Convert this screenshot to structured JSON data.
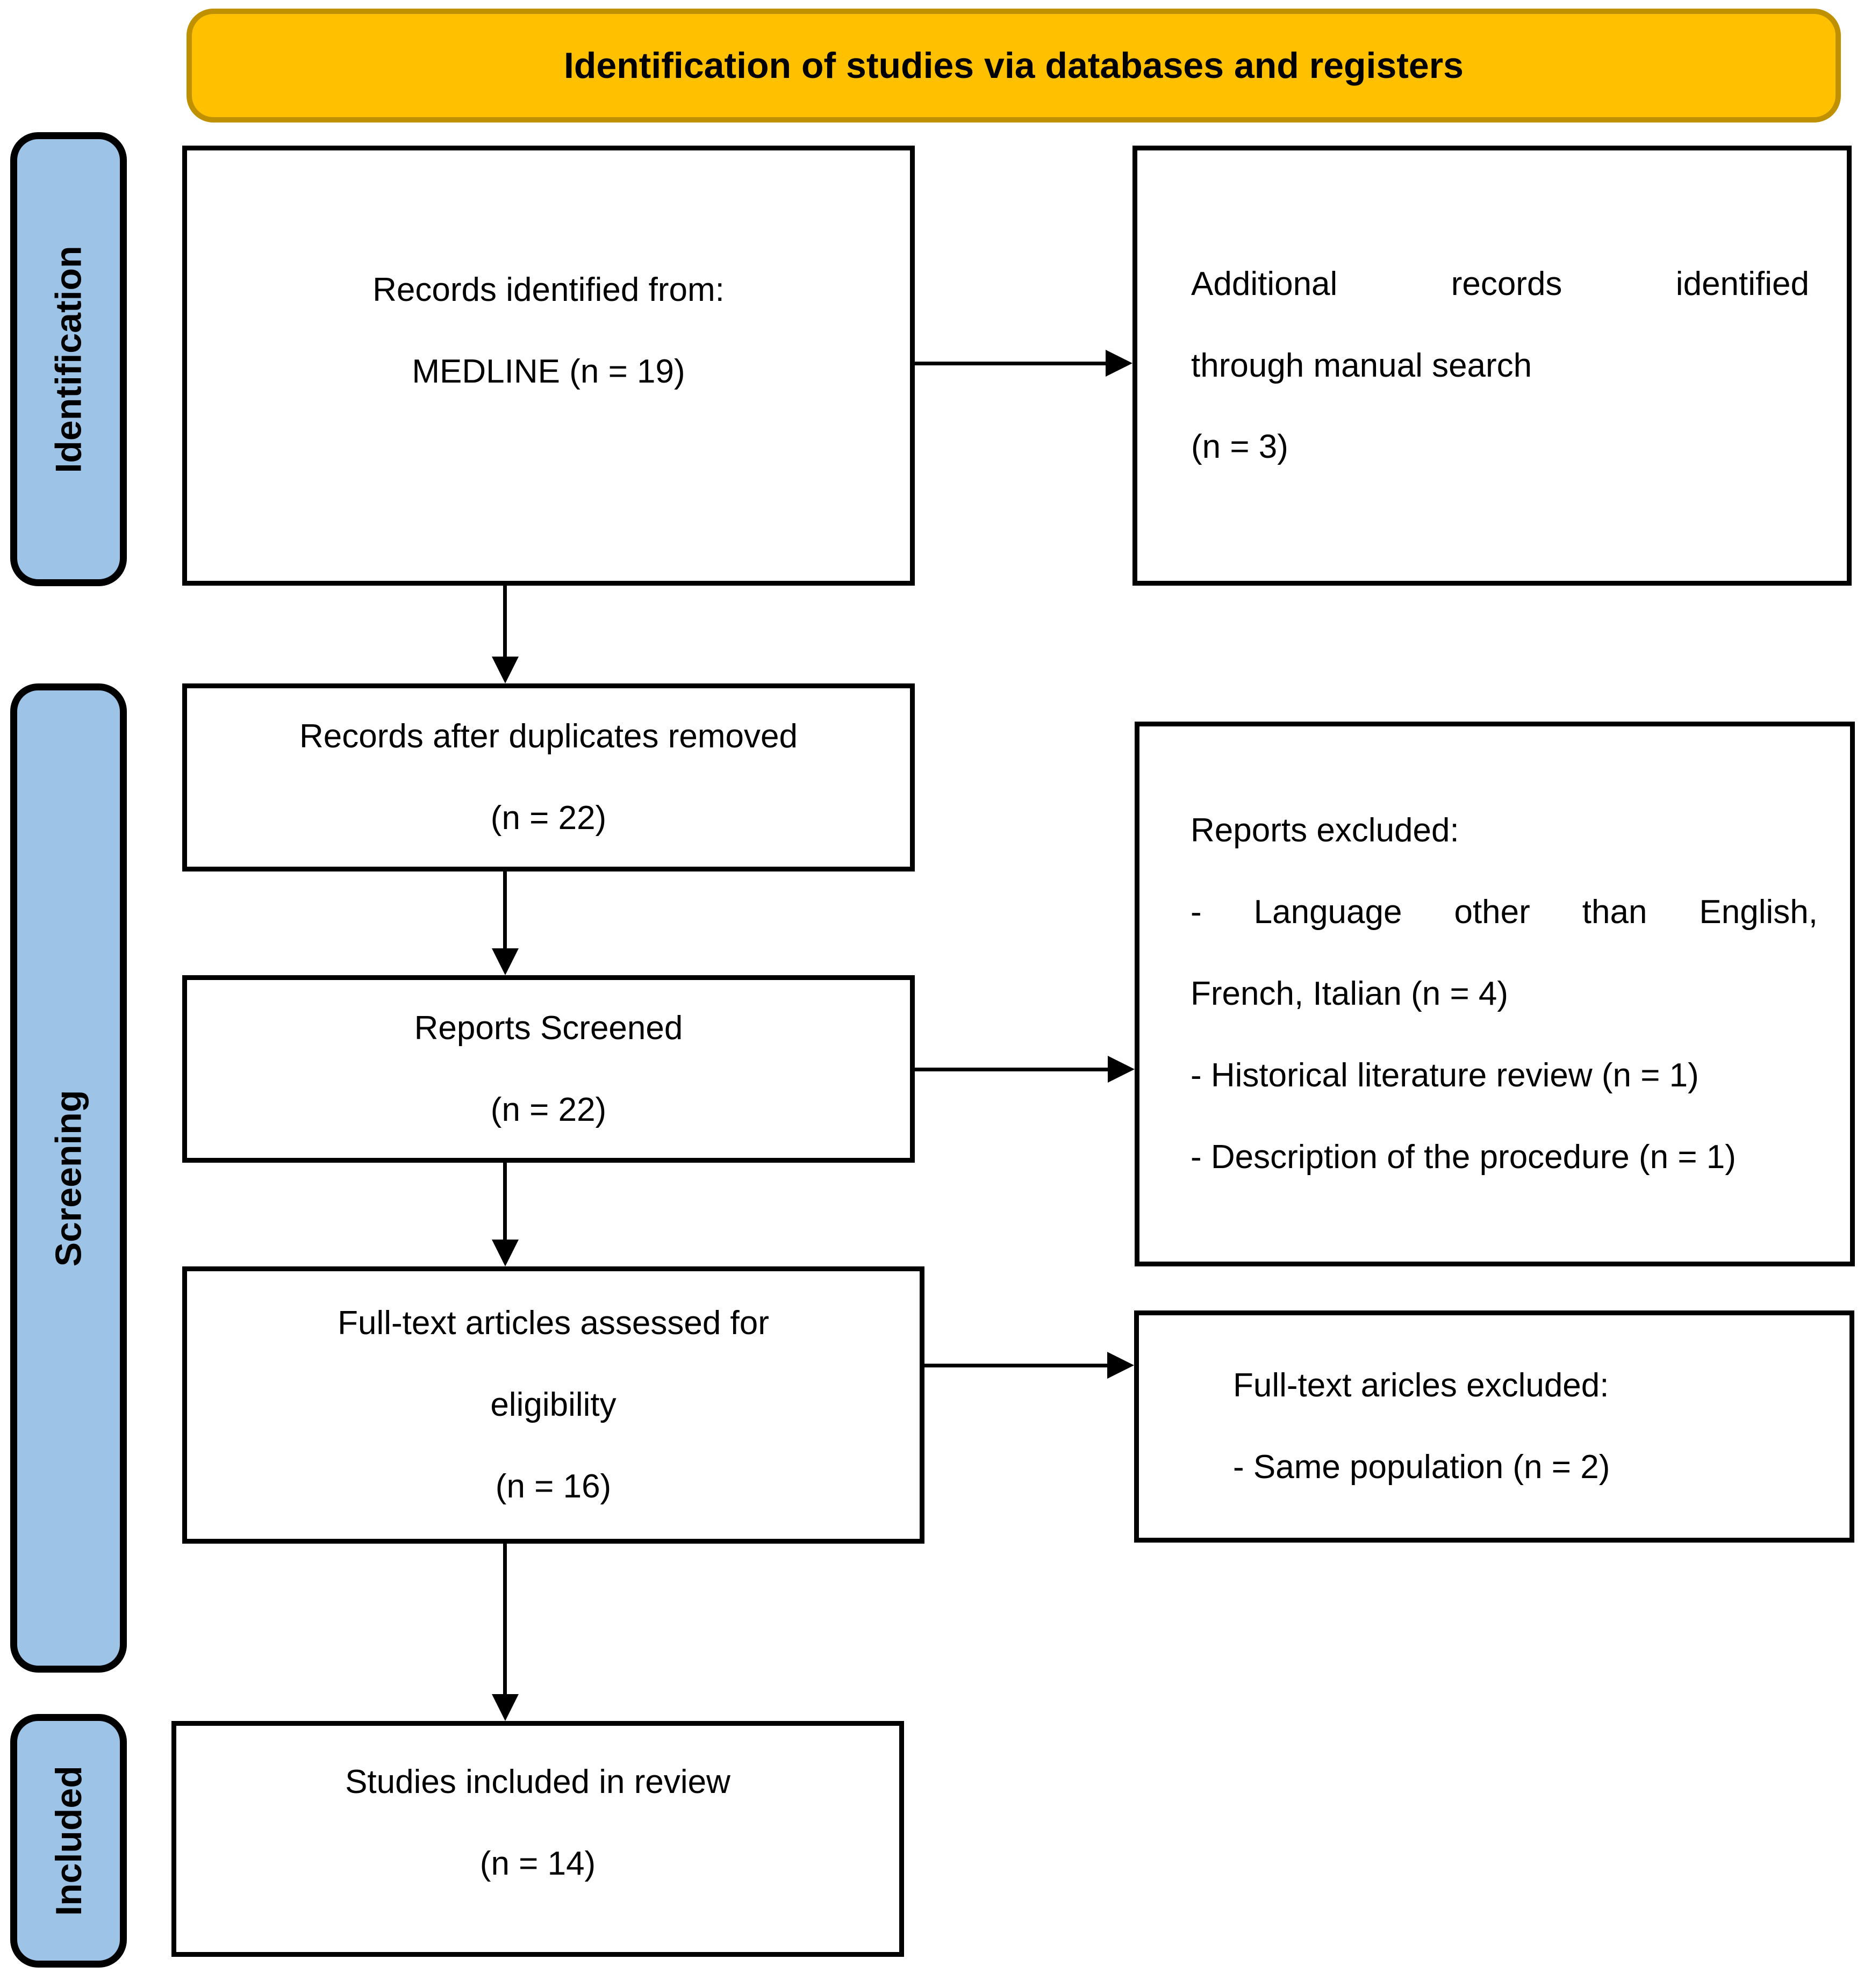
{
  "banner": {
    "title": "Identification of studies via databases and registers"
  },
  "stages": [
    {
      "label": "Identification"
    },
    {
      "label": "Screening"
    },
    {
      "label": "Included"
    }
  ],
  "colors": {
    "banner_fill": "#FFC000",
    "banner_border": "#BF9000",
    "stage_fill": "#9DC3E6",
    "stage_border": "#000000",
    "box_background": "#FFFFFF",
    "box_border": "#000000",
    "arrow": "#000000",
    "text": "#000000"
  },
  "boxes": {
    "records_identified": {
      "lines": [
        "Records identified from:",
        "MEDLINE (n = 19)"
      ]
    },
    "additional_records": {
      "lines": [
        "Additional records identified",
        "through manual search",
        "(n = 3)"
      ]
    },
    "duplicates_removed": {
      "lines": [
        "Records after duplicates removed",
        "(n = 22)"
      ]
    },
    "reports_screened": {
      "lines": [
        "Reports Screened",
        "(n = 22)"
      ]
    },
    "reports_excluded": {
      "lines": [
        "Reports excluded:",
        "- Language other than English,",
        "French, Italian (n = 4)",
        "- Historical literature review (n = 1)",
        "- Description of the procedure (n = 1)"
      ]
    },
    "fulltext_assessed": {
      "lines": [
        "Full-text articles assessed for",
        "eligibility",
        "(n = 16)"
      ]
    },
    "fulltext_excluded": {
      "lines": [
        "Full-text aricles excluded:",
        "- Same population (n = 2)"
      ]
    },
    "studies_included": {
      "lines": [
        "Studies included in review",
        "(n = 14)"
      ]
    }
  }
}
